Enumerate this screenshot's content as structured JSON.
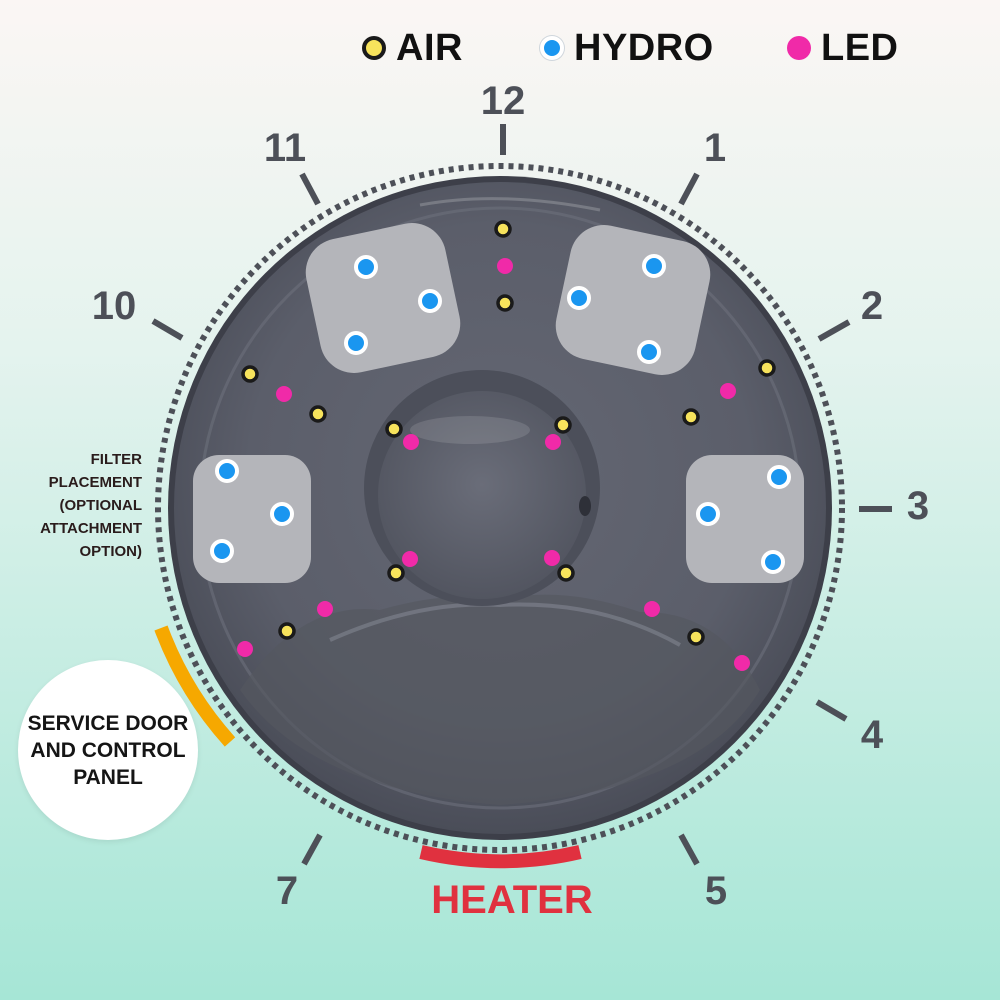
{
  "legend": [
    {
      "key": "air",
      "label": "AIR"
    },
    {
      "key": "hydro",
      "label": "HYDRO"
    },
    {
      "key": "led",
      "label": "LED"
    }
  ],
  "colors": {
    "air": "#f7e35c",
    "hydro": "#1a96f0",
    "led": "#f02aa8",
    "tub": "#585b67",
    "heater": "#e0313f",
    "service_door": "#f6a800",
    "clock_number": "#4d5058",
    "background_top": "#fbf6f4",
    "background_bottom": "#a6e6d6"
  },
  "clock_positions": [
    "12",
    "1",
    "2",
    "3",
    "4",
    "5",
    "7",
    "10",
    "11"
  ],
  "labels": {
    "filter": [
      "FILTER",
      "PLACEMENT",
      "(OPTIONAL",
      "ATTACHMENT",
      "OPTION)"
    ],
    "service": "SERVICE DOOR AND CONTROL PANEL",
    "heater": "HEATER"
  },
  "icons": {
    "air": "air-jet-dot",
    "hydro": "hydro-jet-dot",
    "led": "led-light-dot"
  }
}
